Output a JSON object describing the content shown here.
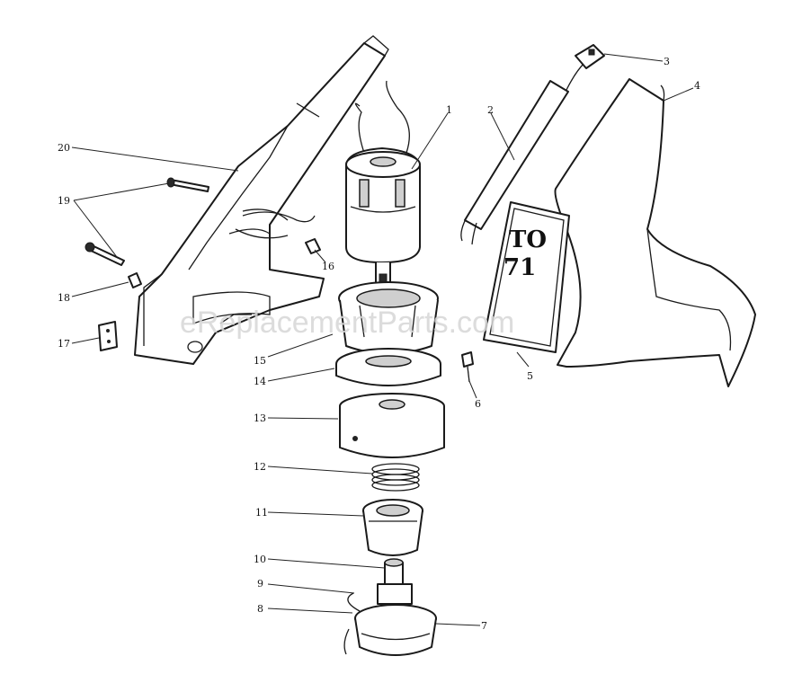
{
  "watermark": "eReplacementParts.com",
  "decal_text": {
    "line1": "TO",
    "line2": "71"
  },
  "callouts": {
    "c1": "1",
    "c2": "2",
    "c3": "3",
    "c4": "4",
    "c5": "5",
    "c6": "6",
    "c7": "7",
    "c8": "8",
    "c9": "9",
    "c10": "10",
    "c11": "11",
    "c12": "12",
    "c13": "13",
    "c14": "14",
    "c15": "15",
    "c16": "16",
    "c17": "17",
    "c18": "18",
    "c19": "19",
    "c20": "20"
  }
}
